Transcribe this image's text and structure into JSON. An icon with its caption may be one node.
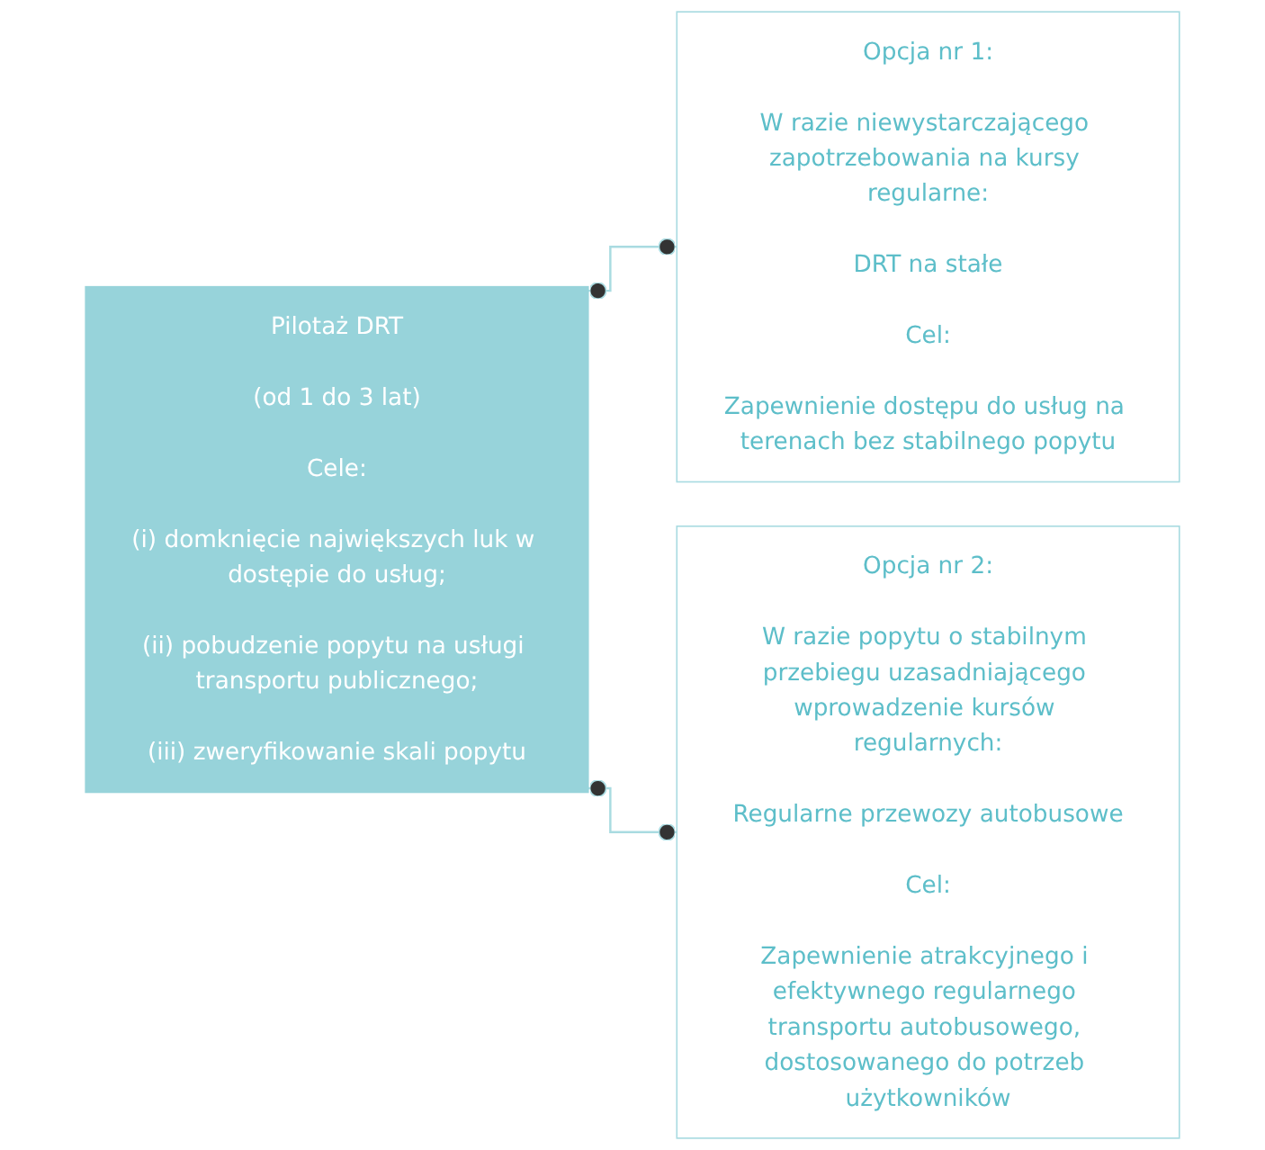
{
  "diagram": {
    "nodes": [
      {
        "text": [
          "Pilotaż DRT",
          "(od 1 do 3 lat)",
          "Cele:",
          "(i) domknięcie największych luk w dostępie do usług;",
          "(ii) pobudzenie popytu na usługi transportu publicznego;",
          "(iii) zweryfikowanie skali popytu"
        ]
      },
      {
        "text": [
          "Opcja nr 1:",
          "W razie niewystarczającego zapotrzebowania na kursy regularne:",
          "DRT na stałe",
          "Cel:",
          "Zapewnienie dostępu do usług na terenach bez stabilnego popytu"
        ]
      },
      {
        "text": [
          "Opcja nr 2:",
          "W razie popytu o stabilnym przebiegu uzasadniającego wprowadzenie kursów regularnych:",
          "Regularne przewozy autobusowe",
          "Cel:",
          "Zapewnienie atrakcyjnego i efektywnego regularnego transportu autobusowego, dostosowanego do potrzeb użytkowników"
        ]
      }
    ],
    "edges": [
      {
        "from": 0,
        "to": 1,
        "arrow": "other"
      },
      {
        "from": 0,
        "to": 2,
        "arrow": "other"
      }
    ]
  }
}
